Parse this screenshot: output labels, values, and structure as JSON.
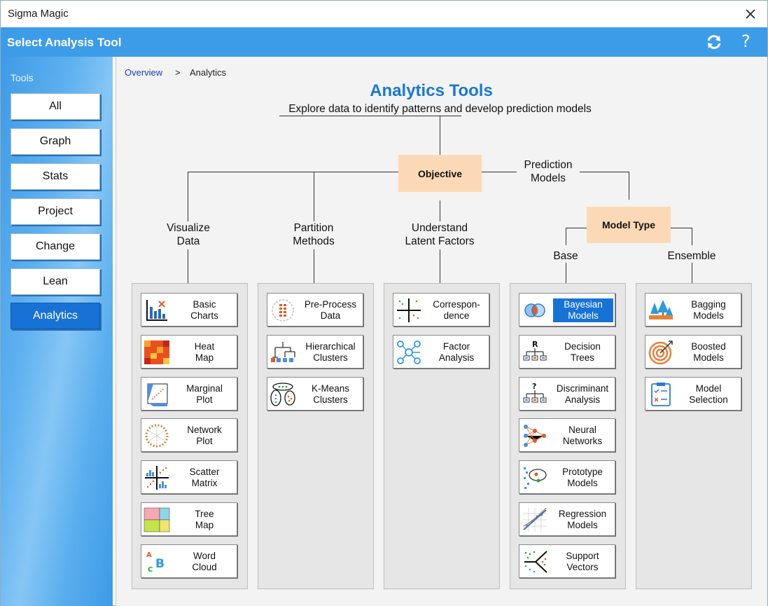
{
  "window": {
    "title": "Sigma Magic"
  },
  "header": {
    "title": "Select Analysis Tool"
  },
  "sidebar": {
    "label": "Tools",
    "items": [
      {
        "label": "All"
      },
      {
        "label": "Graph"
      },
      {
        "label": "Stats"
      },
      {
        "label": "Project"
      },
      {
        "label": "Change"
      },
      {
        "label": "Lean"
      },
      {
        "label": "Analytics",
        "active": true
      }
    ]
  },
  "breadcrumb": {
    "root": "Overview",
    "sep": ">",
    "current": "Analytics"
  },
  "page": {
    "title": "Analytics Tools",
    "subtitle": "Explore data to identify patterns and develop prediction models"
  },
  "tree": {
    "objective": "Objective",
    "model_type": "Model Type",
    "prediction": [
      "Prediction",
      "Models"
    ],
    "branches": {
      "visualize": [
        "Visualize",
        "Data"
      ],
      "partition": [
        "Partition",
        "Methods"
      ],
      "latent": [
        "Understand",
        "Latent Factors"
      ],
      "base": "Base",
      "ensemble": "Ensemble"
    }
  },
  "columns": {
    "visualize": [
      {
        "line1": "Basic",
        "line2": "Charts",
        "icon": "basic-charts-icon"
      },
      {
        "line1": "Heat",
        "line2": "Map",
        "icon": "heat-map-icon"
      },
      {
        "line1": "Marginal",
        "line2": "Plot",
        "icon": "marginal-plot-icon"
      },
      {
        "line1": "Network",
        "line2": "Plot",
        "icon": "network-plot-icon"
      },
      {
        "line1": "Scatter",
        "line2": "Matrix",
        "icon": "scatter-matrix-icon"
      },
      {
        "line1": "Tree",
        "line2": "Map",
        "icon": "tree-map-icon"
      },
      {
        "line1": "Word",
        "line2": "Cloud",
        "icon": "word-cloud-icon"
      }
    ],
    "partition": [
      {
        "line1": "Pre-Process",
        "line2": "Data",
        "icon": "pre-process-icon"
      },
      {
        "line1": "Hierarchical",
        "line2": "Clusters",
        "icon": "hierarchical-clusters-icon"
      },
      {
        "line1": "K-Means",
        "line2": "Clusters",
        "icon": "kmeans-clusters-icon"
      }
    ],
    "latent": [
      {
        "line1": "Correspon-",
        "line2": "dence",
        "icon": "correspondence-icon"
      },
      {
        "line1": "Factor",
        "line2": "Analysis",
        "icon": "factor-analysis-icon"
      }
    ],
    "base": [
      {
        "line1": "Bayesian",
        "line2": "Models",
        "icon": "bayesian-models-icon",
        "selected": true
      },
      {
        "line1": "Decision",
        "line2": "Trees",
        "icon": "decision-trees-icon"
      },
      {
        "line1": "Discriminant",
        "line2": "Analysis",
        "icon": "discriminant-analysis-icon"
      },
      {
        "line1": "Neural",
        "line2": "Networks",
        "icon": "neural-networks-icon"
      },
      {
        "line1": "Prototype",
        "line2": "Models",
        "icon": "prototype-models-icon"
      },
      {
        "line1": "Regression",
        "line2": "Models",
        "icon": "regression-models-icon"
      },
      {
        "line1": "Support",
        "line2": "Vectors",
        "icon": "support-vectors-icon"
      }
    ],
    "ensemble": [
      {
        "line1": "Bagging",
        "line2": "Models",
        "icon": "bagging-models-icon"
      },
      {
        "line1": "Boosted",
        "line2": "Models",
        "icon": "boosted-models-icon"
      },
      {
        "line1": "Model",
        "line2": "Selection",
        "icon": "model-selection-icon"
      }
    ]
  },
  "colors": {
    "header": "#3d9ce8",
    "accent": "#1872d6",
    "title": "#1a78d0",
    "node": "#fcd9b6"
  }
}
